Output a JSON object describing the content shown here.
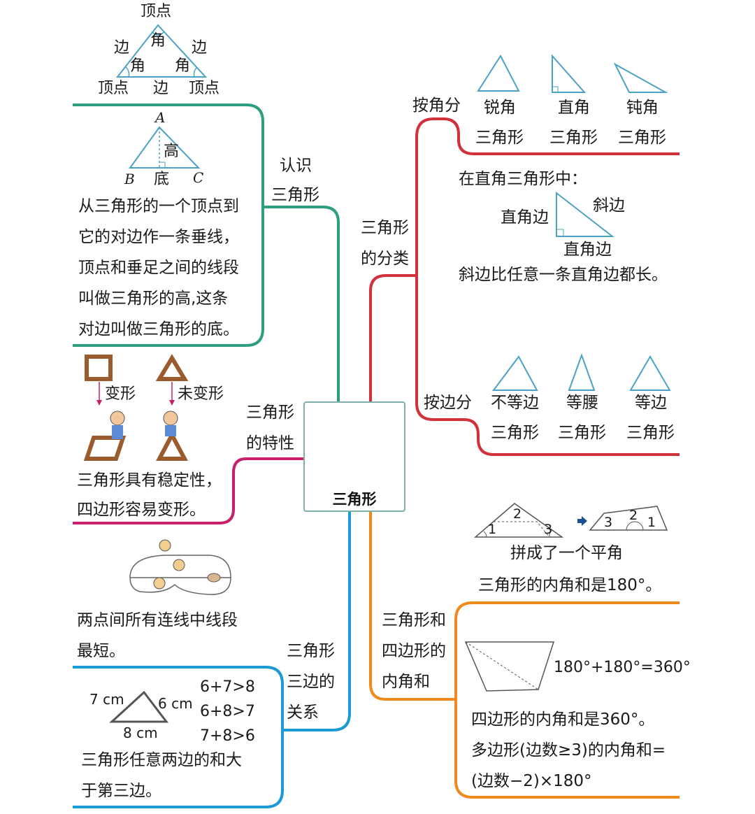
{
  "center": {
    "title": "三角形"
  },
  "branches": {
    "recognize": {
      "label_1": "认识",
      "label_2": "三角形",
      "top_diagram": {
        "vertex_top": "顶点",
        "vertex_left": "顶点",
        "vertex_right": "顶点",
        "edge_left": "边",
        "edge_right": "边",
        "edge_bottom": "边",
        "angle_top": "角",
        "angle_left": "角",
        "angle_right": "角"
      },
      "height_diagram": {
        "A": "A",
        "B": "B",
        "C": "C",
        "height": "高",
        "base": "底"
      },
      "definition": [
        "从三角形的一个顶点到",
        "它的对边作一条垂线，",
        "顶点和垂足之间的线段",
        "叫做三角形的高,这条",
        "对边叫做三角形的底。"
      ]
    },
    "property": {
      "label_1": "三角形",
      "label_2": "的特性",
      "deform": "变形",
      "not_deform": "未变形",
      "text": [
        "三角形具有稳定性，",
        "四边形容易变形。"
      ]
    },
    "sides": {
      "label_1": "三角形",
      "label_2": "三边的",
      "label_3": "关系",
      "segment_text": [
        "两点间所有连线中线段",
        "最短。"
      ],
      "triangle": {
        "left": "7 cm",
        "right": "6 cm",
        "bottom": "8 cm"
      },
      "inequalities": [
        "6+7>8",
        "6+8>7",
        "7+8>6"
      ],
      "text": [
        "三角形任意两边的和大",
        "于第三边。"
      ]
    },
    "classification": {
      "label_1": "三角形",
      "label_2": "的分类",
      "by_angle": {
        "label": "按角分",
        "types": [
          {
            "line1": "锐角",
            "line2": "三角形"
          },
          {
            "line1": "直角",
            "line2": "三角形"
          },
          {
            "line1": "钝角",
            "line2": "三角形"
          }
        ]
      },
      "right_triangle": {
        "intro": "在直角三角形中：",
        "leg_left": "直角边",
        "hypotenuse": "斜边",
        "leg_bottom": "直角边",
        "conclusion": "斜边比任意一条直角边都长。"
      },
      "by_side": {
        "label": "按边分",
        "types": [
          {
            "line1": "不等边",
            "line2": "三角形"
          },
          {
            "line1": "等腰",
            "line2": "三角形"
          },
          {
            "line1": "等边",
            "line2": "三角形"
          }
        ]
      }
    },
    "angles": {
      "label_1": "三角形和",
      "label_2": "四边形的",
      "label_3": "内角和",
      "numbers": {
        "a1": "1",
        "a2": "2",
        "a3": "3",
        "b3": "3",
        "b2": "2",
        "b1": "1"
      },
      "straight_angle": "拼成了一个平角",
      "triangle_sum": "三角形的内角和是180°。",
      "quad_formula": "180°+180°=360°",
      "quad_sum": "四边形的内角和是360°。",
      "polygon_line1": "多边形(边数≥3)的内角和=",
      "polygon_line2": "(边数−2)×180°"
    }
  },
  "colors": {
    "green": "#2e9e80",
    "magenta": "#c8206a",
    "blue": "#1b9ad6",
    "red": "#d2313a",
    "orange": "#ef8b1e",
    "triangle_fill": "#3fae3a",
    "shape_line": "#4aa3c4"
  }
}
